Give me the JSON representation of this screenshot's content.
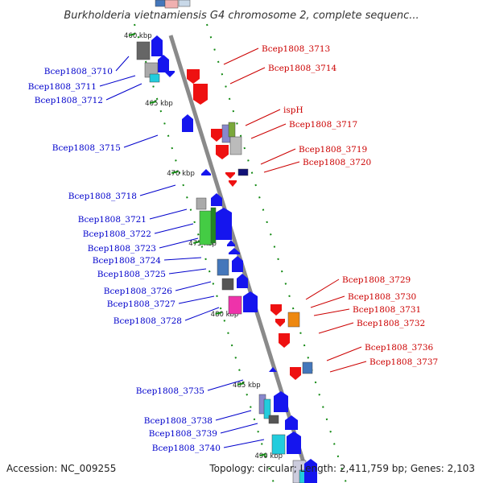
{
  "title": "Burkholderia vietnamiensis G4 chromosome 2, complete sequenc...",
  "footer": {
    "accession": "Accession: NC_009255",
    "topology": "Topology: circular; Length: 2,411,759 bp; Genes: 2,103"
  },
  "colors": {
    "left_label": "#0000cc",
    "right_label": "#cc0000",
    "backbone": "#8a8a8a",
    "dots": "#118811"
  },
  "ticks": [
    "460 kbp",
    "465 kbp",
    "470 kbp",
    "475 kbp",
    "480 kbp",
    "485 kbp",
    "490 kbp"
  ],
  "left_labels": [
    "Bcep1808_3710",
    "Bcep1808_3711",
    "Bcep1808_3712",
    "Bcep1808_3715",
    "Bcep1808_3718",
    "Bcep1808_3721",
    "Bcep1808_3722",
    "Bcep1808_3723",
    "Bcep1808_3724",
    "Bcep1808_3725",
    "Bcep1808_3726",
    "Bcep1808_3727",
    "Bcep1808_3728",
    "Bcep1808_3735",
    "Bcep1808_3738",
    "Bcep1808_3739",
    "Bcep1808_3740"
  ],
  "right_labels": [
    "Bcep1808_3713",
    "Bcep1808_3714",
    "ispH",
    "Bcep1808_3717",
    "Bcep1808_3719",
    "Bcep1808_3720",
    "Bcep1808_3729",
    "Bcep1808_3730",
    "Bcep1808_3731",
    "Bcep1808_3732",
    "Bcep1808_3736",
    "Bcep1808_3737"
  ]
}
